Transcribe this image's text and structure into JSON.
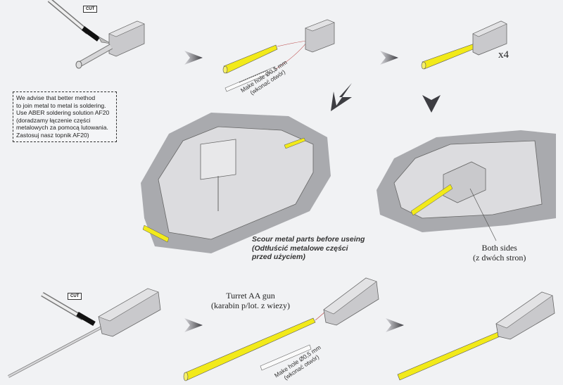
{
  "cut_labels": {
    "top": "CUT",
    "bottom": "CUT"
  },
  "note": {
    "lines": [
      "We advise that better method",
      "to join metal to metal is soldering.",
      "Use ABER soldering solution AF20",
      "(doradzamy łączenie części",
      "metalowych za pomocą lutowania.",
      "Zastosuj nasz topnik AF20)"
    ]
  },
  "drill_top": {
    "line1": "Make hole Ø0,5 mm",
    "line2": "(wkonać otwór)"
  },
  "drill_bottom": {
    "line1": "Make hole Ø0,5 mm",
    "line2": "(wkonać otwór)"
  },
  "quantity": "x4",
  "scour": {
    "line1": "Scour metal parts before useing",
    "line2": "(Odtłuścić metalowe części",
    "line3": "przed użyciem)"
  },
  "both_sides": {
    "line1": "Both sides",
    "line2": "(z dwóch stron)"
  },
  "turret": {
    "line1": "Turret AA gun",
    "line2": "(karabin p/lot. z wiezy)"
  },
  "colors": {
    "brass": "#f2ea1a",
    "part_gray": "#c9c9cc",
    "arrow": "#4a4a4e",
    "paper": "#f1f2f4"
  }
}
